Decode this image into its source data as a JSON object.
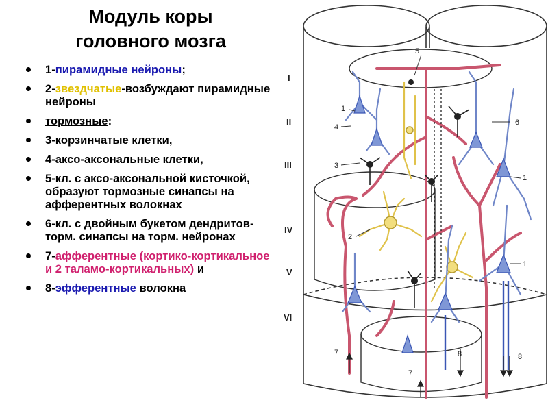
{
  "title_line1": "Модуль коры",
  "title_line2": "головного мозга",
  "items": [
    {
      "n": "1-",
      "a": "пирамидные нейроны",
      "b": ";"
    },
    {
      "n": "2-",
      "a": "звездчатые",
      "b": "-возбуждают пирамидные нейроны"
    },
    {
      "n": "",
      "a": "тормозные",
      "b": ":"
    },
    {
      "n": "",
      "a": "3-корзинчатые клетки,",
      "b": ""
    },
    {
      "n": "",
      "a": "4-аксо-аксональные клетки,",
      "b": ""
    },
    {
      "n": "",
      "a": "5-кл. с аксо-аксональной кисточкой, образуют тормозные синапсы на афферентных волокнах",
      "b": ""
    },
    {
      "n": "",
      "a": "6-кл. с двойным букетом дендритов-торм. синапсы на торм. нейронах",
      "b": ""
    },
    {
      "n": "7-",
      "a": "афферентные (кортико-кортикальное и 2 таламо-кортикальных)",
      "b": "и"
    },
    {
      "n": "8-",
      "a": "эфферентные",
      "b": "волокна"
    }
  ],
  "diagram": {
    "layers": [
      "I",
      "II",
      "III",
      "IV",
      "V",
      "VI"
    ],
    "labels": {
      "l5": "5",
      "l1_left": "1",
      "l4": "4",
      "l3": "3",
      "l2": "2",
      "l6": "6",
      "l1_right_top": "1",
      "l1_right_bottom": "1",
      "l7_left": "7",
      "l8_mid": "8",
      "l8_right": "8",
      "l7_bottom": "7"
    }
  },
  "colors": {
    "pyramidal": "#6f86c8",
    "stellate": "#e9d26a",
    "afferent": "#c9566e",
    "inhibitory": "#222222",
    "efferent": "#3a56b4"
  }
}
